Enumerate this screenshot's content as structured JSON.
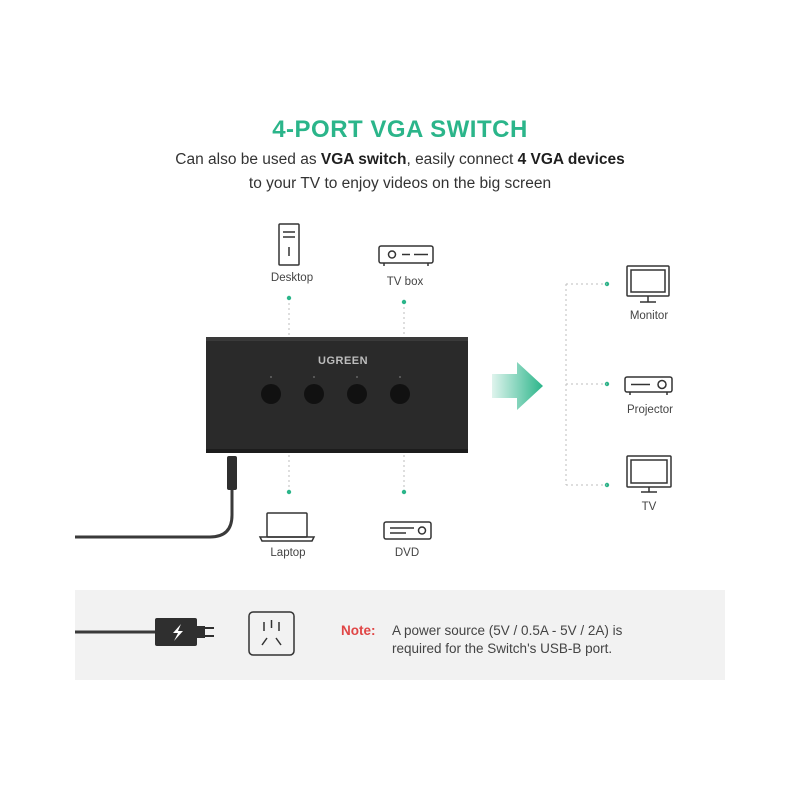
{
  "header": {
    "title": "4-PORT VGA SWITCH",
    "subtitle_line1_a": "Can also be used as ",
    "subtitle_line1_b": "VGA switch",
    "subtitle_line1_c": ", easily connect ",
    "subtitle_line1_d": "4 VGA devices",
    "subtitle_line2": "to your TV to enjoy videos on the big screen"
  },
  "device": {
    "brand": "UGREEN",
    "buttons": 4
  },
  "inputs": {
    "desktop": "Desktop",
    "tvbox": "TV box",
    "laptop": "Laptop",
    "dvd": "DVD"
  },
  "outputs": {
    "monitor": "Monitor",
    "projector": "Projector",
    "tv": "TV"
  },
  "note": {
    "label": "Note:",
    "text_line1": "A power source (5V / 0.5A - 5V / 2A) is",
    "text_line2": "required for the Switch's USB-B port."
  },
  "colors": {
    "accent": "#2bb58a",
    "note": "#e04646",
    "device": "#2a2a2a"
  }
}
